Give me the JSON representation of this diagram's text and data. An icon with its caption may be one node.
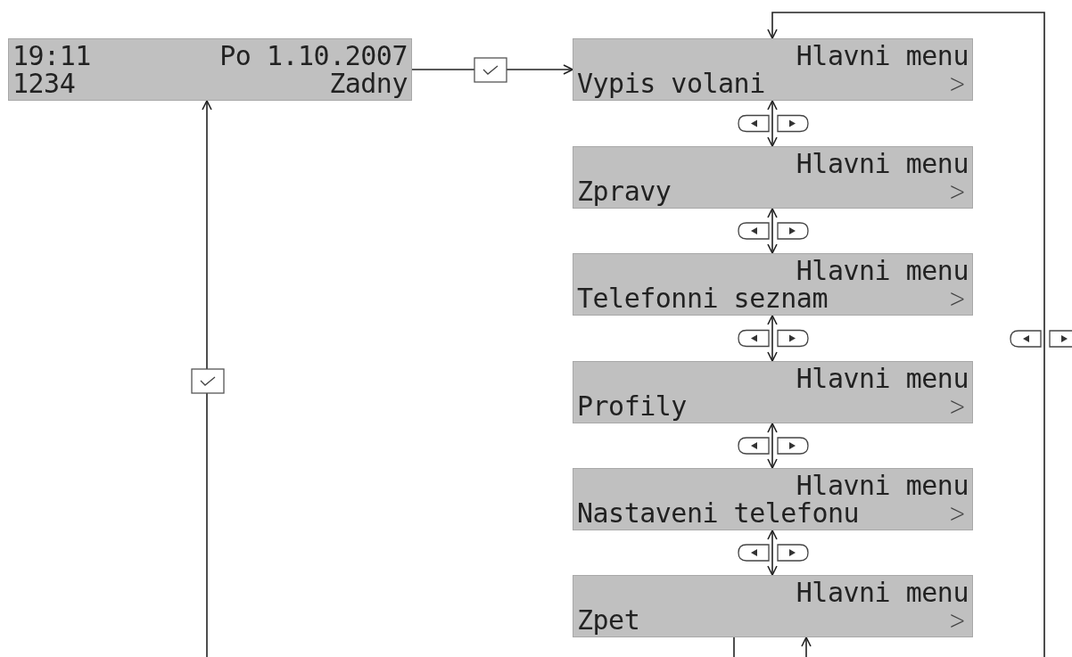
{
  "diagram": {
    "nodes": [
      {
        "text": [
          "19:11",
          "Po 1.10.2007",
          "1234",
          "Zadny"
        ]
      },
      {
        "text": [
          "Hlavni menu",
          "Vypis volani",
          ">"
        ]
      },
      {
        "text": [
          "Hlavni menu",
          "Zpravy",
          ">"
        ]
      },
      {
        "text": [
          "Hlavni menu",
          "Telefonni seznam",
          ">"
        ]
      },
      {
        "text": [
          "Hlavni menu",
          "Profily",
          ">"
        ]
      },
      {
        "text": [
          "Hlavni menu",
          "Nastaveni telefonu",
          ">"
        ]
      },
      {
        "text": [
          "Hlavni menu",
          "Zpet",
          ">"
        ]
      }
    ],
    "edges": [
      {
        "from": 0,
        "to": 1,
        "arrow": "to"
      },
      {
        "from": 1,
        "to": 2,
        "arrow": "both"
      },
      {
        "from": 2,
        "to": 3,
        "arrow": "both"
      },
      {
        "from": 3,
        "to": 4,
        "arrow": "both"
      },
      {
        "from": 4,
        "to": 5,
        "arrow": "both"
      },
      {
        "from": 5,
        "to": 6,
        "arrow": "both"
      },
      {
        "from": null,
        "to": 1,
        "arrow": "to"
      },
      {
        "from": 6,
        "to": null,
        "arrow": "none"
      },
      {
        "from": null,
        "to": 6,
        "arrow": "to"
      },
      {
        "from": null,
        "to": 0,
        "arrow": "to"
      }
    ]
  }
}
